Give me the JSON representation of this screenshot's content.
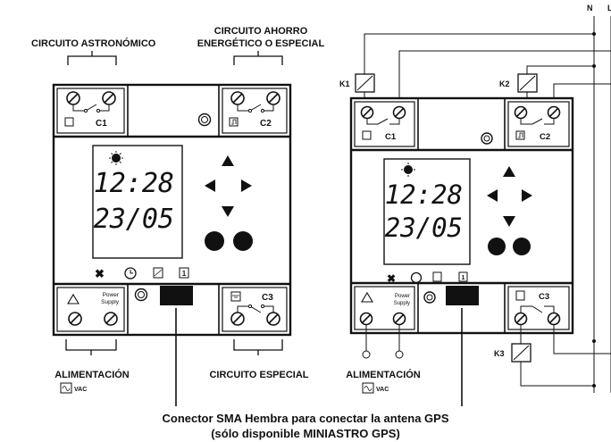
{
  "labels": {
    "astro_title": "CIRCUITO ASTRONÓMICO",
    "ahorro_line1": "CIRCUITO AHORRO",
    "ahorro_line2": "ENERGÉTICO O ESPECIAL",
    "alimentacion": "ALIMENTACIÓN",
    "vac": "VAC",
    "especial": "CIRCUITO ESPECIAL",
    "gps_line1": "Conector SMA Hembra para conectar la antena GPS",
    "gps_line2": "(sólo disponible MINIASTRO GPS)"
  },
  "device": {
    "c1": "C1",
    "c2": "C2",
    "c3": "C3",
    "power": "Power",
    "supply": "Supply",
    "time": "12:28",
    "date": "23/05",
    "icon_one": "1"
  },
  "wiring": {
    "n": "N",
    "l": "L",
    "k1": "K1",
    "k2": "K2",
    "k3": "K3"
  }
}
